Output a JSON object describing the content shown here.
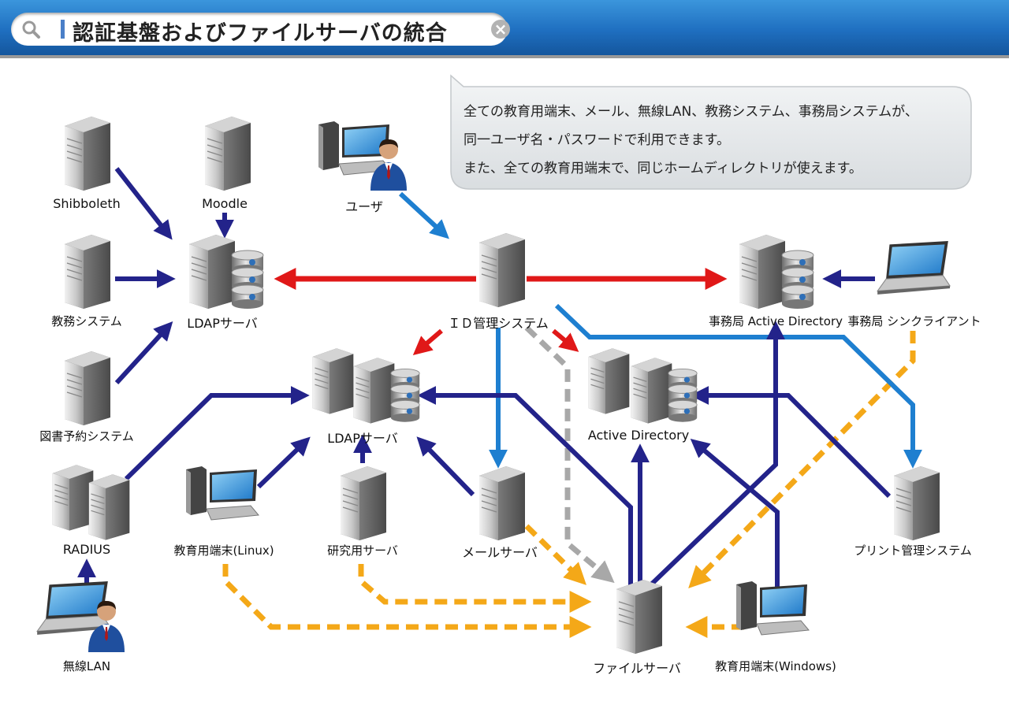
{
  "header": {
    "title": "認証基盤およびファイルサーバの統合",
    "clear_label": "×"
  },
  "callout": {
    "lines": [
      "全ての教育用端末、メール、無線LAN、教務システム、事務局システムが、",
      "同一ユーザ名・パスワードで利用できます。",
      "また、全ての教育用端末で、同じホームディレクトリが使えます。"
    ]
  },
  "nodes": {
    "shibboleth": "Shibboleth",
    "moodle": "Moodle",
    "user": "ユーザ",
    "kyomu": "教務システム",
    "ldap_main": "LDAPサーバ",
    "id_mgmt": "ＩＤ管理システム",
    "jimukyoku_ad": "事務局 Active Directory",
    "jimukyoku_client": "事務局 シンクライアント",
    "tosho": "図書予約システム",
    "ldap_sub": "LDAPサーバ",
    "active_directory": "Active Directory",
    "radius": "RADIUS",
    "edu_linux": "教育用端末(Linux)",
    "research_server": "研究用サーバ",
    "mail_server": "メールサーバ",
    "print_mgmt": "プリント管理システム",
    "wireless_lan": "無線LAN",
    "file_server": "ファイルサーバ",
    "edu_windows": "教育用端末(Windows)"
  },
  "colors": {
    "navy": "#23238a",
    "blue": "#1e7fd0",
    "red": "#e01818",
    "orange": "#f4a818",
    "gray": "#a8a8a8",
    "header": "#1f6fc0"
  }
}
